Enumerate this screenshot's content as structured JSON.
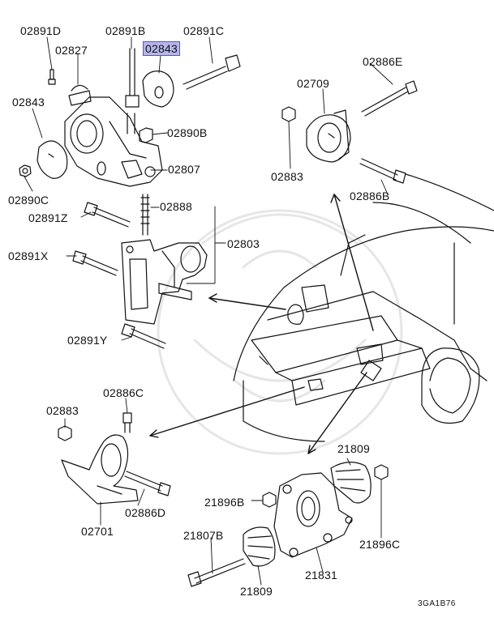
{
  "diagram": {
    "highlight_color": "#b7b6ea",
    "labels": {
      "p02891D": "02891D",
      "p02827": "02827",
      "p02891B": "02891B",
      "p02843_hl": "02843",
      "p02891C": "02891C",
      "p02843": "02843",
      "p02890B": "02890B",
      "p02807": "02807",
      "p02890C": "02890C",
      "p02888": "02888",
      "p02891Z": "02891Z",
      "p02803": "02803",
      "p02891X": "02891X",
      "p02891Y": "02891Y",
      "p02886E": "02886E",
      "p02709": "02709",
      "p02883_top": "02883",
      "p02886B": "02886B",
      "p02883_bot": "02883",
      "p02886C": "02886C",
      "p02886D": "02886D",
      "p02701": "02701",
      "p21809_top": "21809",
      "p21896B": "21896B",
      "p21896C": "21896C",
      "p21807B": "21807B",
      "p21831": "21831",
      "p21809_bot": "21809"
    },
    "figure_code": "3GA1B76"
  }
}
